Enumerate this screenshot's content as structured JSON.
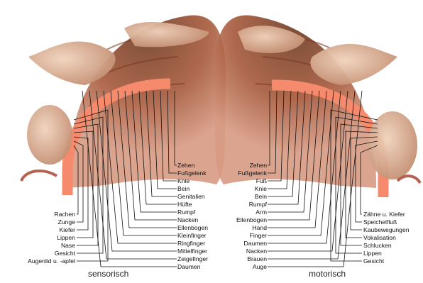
{
  "sensory": {
    "caption": "sensorisch",
    "left_labels": [
      "Rachen",
      "Zunge",
      "Kiefer",
      "Lippen",
      "Nase",
      "Gesicht",
      "Augenlid u. -apfel"
    ],
    "right_labels": [
      "Zehen",
      "Fußgelenk",
      "Knie",
      "Bein",
      "Genitalien",
      "Hüfte",
      "Rumpf",
      "Nacken",
      "Ellenbogen",
      "Kleinfinger",
      "Ringfinger",
      "Mittelfinger",
      "Zeigefinger",
      "Daumen"
    ]
  },
  "motor": {
    "caption": "motorisch",
    "left_labels": [
      "Zehen",
      "Fußgelenk",
      "Fuß",
      "Knie",
      "Bein",
      "Rumpf",
      "Arm",
      "Ellenbogen",
      "Hand",
      "Finger",
      "Daumen",
      "Nacken",
      "Brauen",
      "Auge"
    ],
    "right_labels": [
      "Zähne u. Kiefer",
      "Speichelfluß",
      "Kaubewegungen",
      "Vokalisation",
      "Schlucken",
      "Lippen",
      "Gesicht"
    ]
  },
  "colors": {
    "cortex_band": "#f58a6c",
    "brain_tissue": "#9a4e2f",
    "skin": "#d9a98a",
    "leader_lines": "#111111"
  }
}
